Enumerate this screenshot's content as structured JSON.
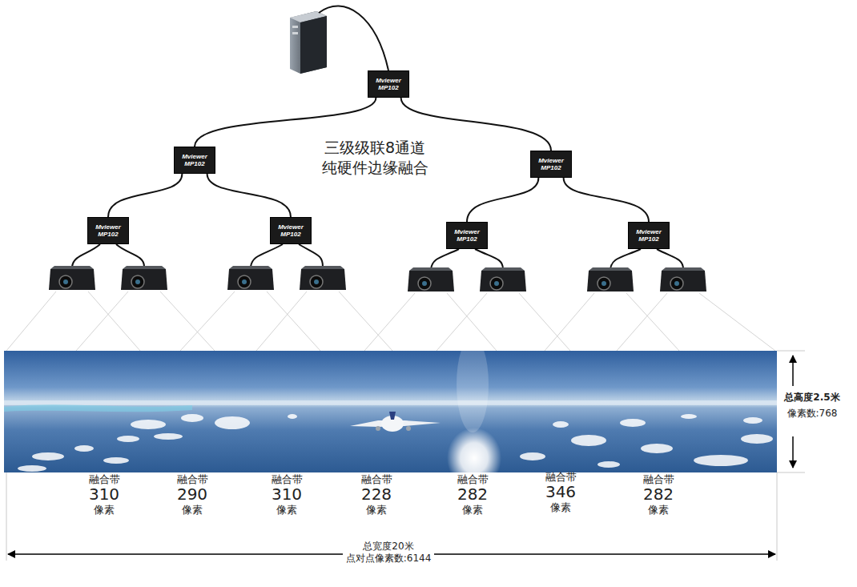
{
  "diagram": {
    "nodes": [
      {
        "text": [
          "Mviewer MP102"
        ]
      },
      {
        "text": [
          "Mviewer MP102"
        ]
      },
      {
        "text": [
          "Mviewer MP102"
        ]
      },
      {
        "text": [
          "Mviewer MP102"
        ]
      },
      {
        "text": [
          "Mviewer MP102"
        ]
      },
      {
        "text": [
          "Mviewer MP102"
        ]
      },
      {
        "text": [
          "Mviewer MP102"
        ]
      }
    ],
    "edges": [
      {
        "from": 0,
        "to": 1,
        "arrow": "none"
      },
      {
        "from": 0,
        "to": 2,
        "arrow": "none"
      },
      {
        "from": 1,
        "to": 3,
        "arrow": "none"
      },
      {
        "from": 1,
        "to": 4,
        "arrow": "none"
      },
      {
        "from": 2,
        "to": 5,
        "arrow": "none"
      },
      {
        "from": 2,
        "to": 6,
        "arrow": "none"
      }
    ],
    "labels": [
      "三级级联8通道",
      "纯硬件边缘融合",
      "总高度2.5米",
      "像素数:768",
      "融合带",
      "310",
      "像素",
      "融合带",
      "290",
      "像素",
      "融合带",
      "310",
      "像素",
      "融合带",
      "228",
      "像素",
      "融合带",
      "282",
      "像素",
      "融合带",
      "346",
      "像素",
      "融合带",
      "282",
      "像素",
      "总宽度20米",
      "点对点像素数:6144"
    ]
  }
}
